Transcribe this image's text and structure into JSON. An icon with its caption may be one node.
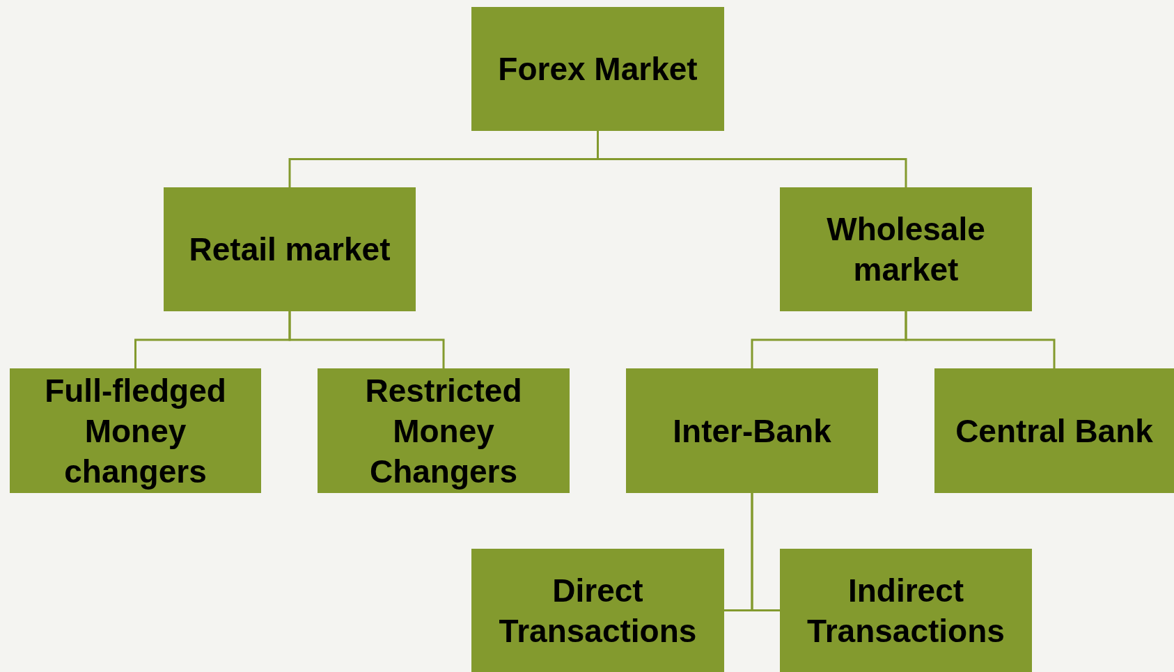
{
  "diagram": {
    "nodes": [
      {
        "text": [
          "Forex Market"
        ]
      },
      {
        "text": [
          "Retail market"
        ]
      },
      {
        "text": [
          "Wholesale market"
        ]
      },
      {
        "text": [
          "Full-fledged Money changers"
        ]
      },
      {
        "text": [
          "Restricted Money Changers"
        ]
      },
      {
        "text": [
          "Inter-Bank"
        ]
      },
      {
        "text": [
          "Central Bank"
        ]
      },
      {
        "text": [
          "Direct Transactions"
        ]
      },
      {
        "text": [
          "Indirect Transactions"
        ]
      }
    ],
    "edges": [
      {
        "from": 0,
        "to": 1,
        "arrow": "none"
      },
      {
        "from": 0,
        "to": 2,
        "arrow": "none"
      },
      {
        "from": 1,
        "to": 3,
        "arrow": "none"
      },
      {
        "from": 1,
        "to": 4,
        "arrow": "none"
      },
      {
        "from": 2,
        "to": 5,
        "arrow": "none"
      },
      {
        "from": 2,
        "to": 6,
        "arrow": "none"
      },
      {
        "from": 5,
        "to": 7,
        "arrow": "none"
      },
      {
        "from": 5,
        "to": 8,
        "arrow": "none"
      }
    ]
  }
}
